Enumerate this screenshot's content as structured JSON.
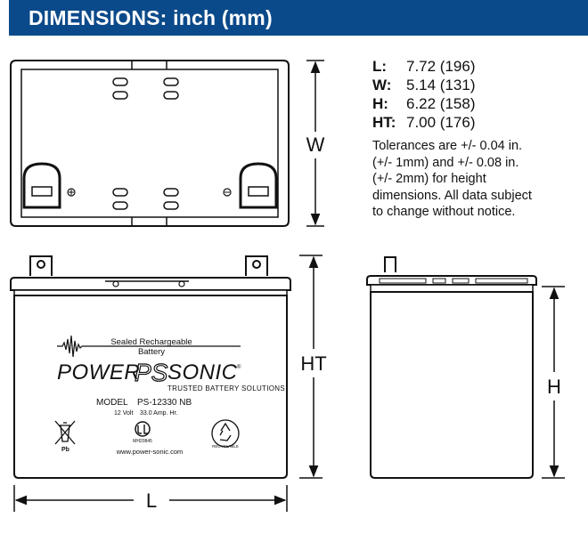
{
  "header": {
    "title": "DIMENSIONS: inch (mm)",
    "background": "#0b4a8a"
  },
  "dimensions": [
    {
      "key": "L:",
      "value": "7.72 (196)"
    },
    {
      "key": "W:",
      "value": "5.14 (131)"
    },
    {
      "key": "H:",
      "value": "6.22 (158)"
    },
    {
      "key": "HT:",
      "value": "7.00 (176)"
    }
  ],
  "note_lines": [
    "Tolerances are +/- 0.04 in.",
    "(+/- 1mm) and +/- 0.08 in.",
    "(+/- 2mm) for height",
    "dimensions. All data subject",
    "to change without notice."
  ],
  "labels": {
    "w": "W",
    "ht": "HT",
    "h": "H",
    "l": "L"
  },
  "battery": {
    "sealed_line1": "Sealed Rechargeable",
    "sealed_line2": "Battery",
    "brand_left": "POWER",
    "brand_mid": "PS",
    "brand_right": "SONIC",
    "brand_trademark": "®",
    "tagline": "TRUSTED BATTERY SOLUTIONS",
    "model_label": "MODEL",
    "model_value": "PS-12330 NB",
    "spec_voltage": "12 Volt",
    "spec_capacity": "33.0 Amp. Hr.",
    "website": "www.power-sonic.com",
    "pb_label": "Pb",
    "ul_label": "MH20845",
    "recycle_label": "RECYCLABLE"
  },
  "icons": [
    "crossed-bin-icon",
    "ul-mark-icon",
    "recycle-icon",
    "waveform-icon"
  ]
}
